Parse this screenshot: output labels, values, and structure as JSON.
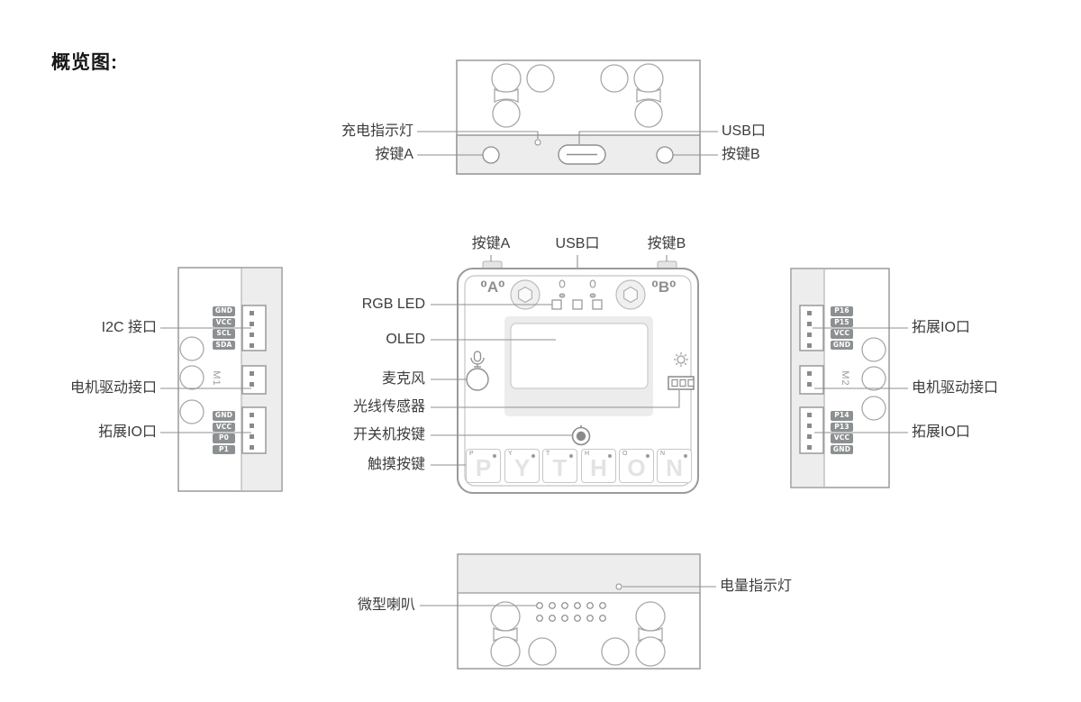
{
  "title": "概览图:",
  "colors": {
    "outline": "#9a9a9a",
    "light_outline": "#b5b5b5",
    "panel_gray": "#ededed",
    "badge_bg": "#8c9092",
    "callout_line": "#8f8f8f",
    "label_text": "#3c3c3c"
  },
  "top_view": {
    "charge_led": "充电指示灯",
    "button_a": "按键A",
    "usb": "USB口",
    "button_b": "按键B"
  },
  "front_view": {
    "button_a": "按键A",
    "usb": "USB口",
    "button_b": "按键B",
    "marking_a": "⁰A⁰",
    "marking_b": "⁰B⁰",
    "rgb_led": "RGB LED",
    "oled": "OLED",
    "mic": "麦克风",
    "light_sensor": "光线传感器",
    "power_button": "开关机按键",
    "touch_keys_label": "触摸按键",
    "touch_keys": [
      "P",
      "Y",
      "T",
      "H",
      "O",
      "N"
    ]
  },
  "left_view": {
    "i2c": "I2C 接口",
    "motor": "电机驱动接口",
    "io": "拓展IO口",
    "motor_tag": "M1",
    "pins_top": [
      "GND",
      "VCC",
      "SCL",
      "SDA"
    ],
    "pins_bottom": [
      "GND",
      "VCC",
      "P0",
      "P1"
    ]
  },
  "right_view": {
    "io_top": "拓展IO口",
    "motor": "电机驱动接口",
    "io_bottom": "拓展IO口",
    "motor_tag": "M2",
    "pins_top": [
      "P16",
      "P15",
      "VCC",
      "GND"
    ],
    "pins_bottom": [
      "P14",
      "P13",
      "VCC",
      "GND"
    ]
  },
  "bottom_view": {
    "speaker": "微型喇叭",
    "battery_led": "电量指示灯"
  }
}
